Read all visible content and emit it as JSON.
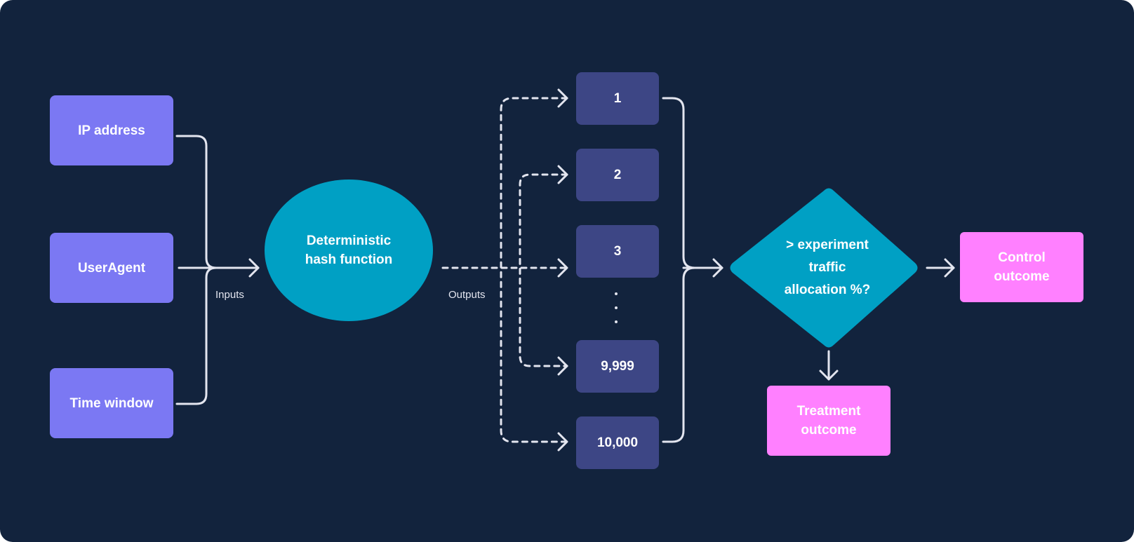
{
  "inputs": [
    {
      "label": "IP address"
    },
    {
      "label": "UserAgent"
    },
    {
      "label": "Time window"
    }
  ],
  "inputs_caption": "Inputs",
  "hash_function": {
    "line1": "Deterministic",
    "line2": "hash function"
  },
  "outputs_caption": "Outputs",
  "outputs": [
    {
      "label": "1"
    },
    {
      "label": "2"
    },
    {
      "label": "3"
    },
    {
      "label": "9,999"
    },
    {
      "label": "10,000"
    }
  ],
  "decision": {
    "line1": "> experiment",
    "line2": "traffic",
    "line3": "allocation %?"
  },
  "control": {
    "line1": "Control",
    "line2": "outcome"
  },
  "treatment": {
    "line1": "Treatment",
    "line2": "outcome"
  },
  "colors": {
    "background": "#12233d",
    "input_box": "#7b78f3",
    "output_box": "#3d4685",
    "hash_and_decision": "#00a0c4",
    "outcome_box": "#ff80ff",
    "connector": "#e3e5ef"
  }
}
